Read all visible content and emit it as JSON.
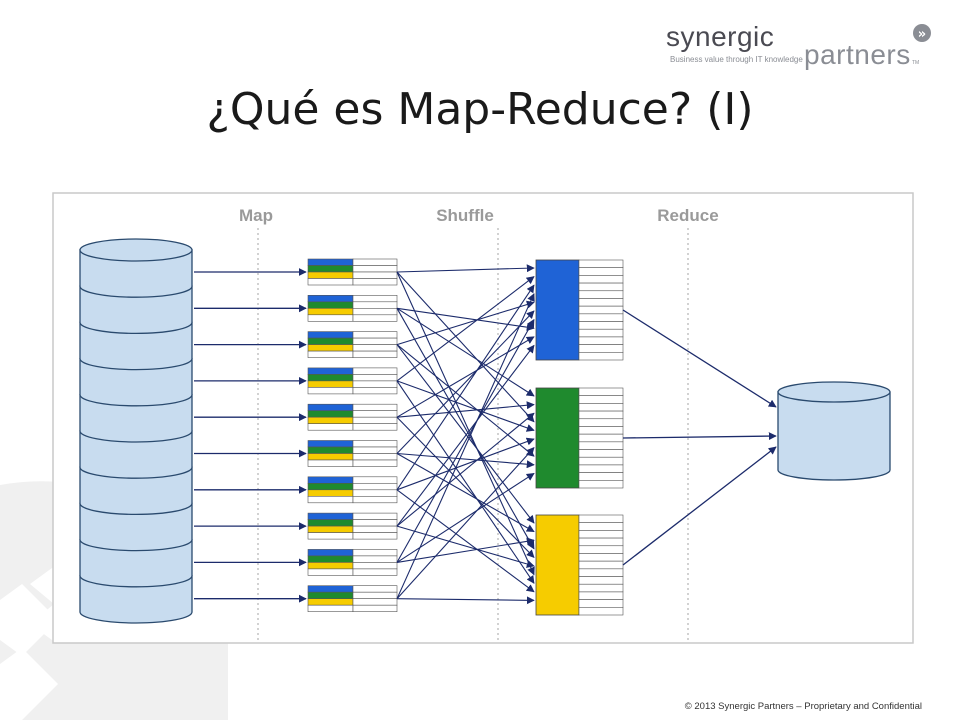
{
  "slide": {
    "title": "¿Qué es Map-Reduce? (I)",
    "footer": "© 2013 Synergic Partners – Proprietary and Confidential"
  },
  "logo": {
    "word1": "synergic",
    "word2": "partners",
    "tagline": "Business value through IT knowledge",
    "badge": "»",
    "tm": "TM",
    "color_dark": "#4a4a52",
    "color_light": "#8a8d94"
  },
  "diagram": {
    "phases": [
      "Map",
      "Shuffle",
      "Reduce"
    ],
    "input_partitions": 10,
    "map_tasks": 10,
    "reducers": [
      {
        "color": "#1f63d6"
      },
      {
        "color": "#1f8a2e"
      },
      {
        "color": "#f6cc00"
      }
    ],
    "map_output_colors": [
      "#1f63d6",
      "#1f8a2e",
      "#f6cc00"
    ],
    "arrow_color": "#1c2b6b",
    "cylinder_fill": "#c8dcef",
    "cylinder_stroke": "#2a4a6e",
    "frame_stroke": "#c9c9c9"
  }
}
